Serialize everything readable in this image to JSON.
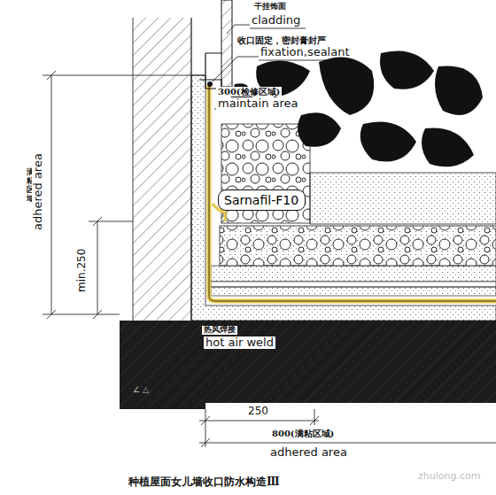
{
  "diagram": {
    "caption": "种植屋面女儿墙收口防水构造Ⅲ",
    "nodes": [
      {
        "text": [
          "Sarnafil-F10"
        ]
      }
    ],
    "labels": [
      "干挂饰面",
      "cladding",
      "收口固定，密封膏封严",
      "fixation,sealant",
      "300(检修区域)",
      "maintain area",
      "满粘区域",
      "adhered area",
      "min.250",
      "热风焊接",
      "hot air weld",
      "250",
      "800(满粘区域)",
      "adhered area",
      "zhulong.com"
    ]
  }
}
